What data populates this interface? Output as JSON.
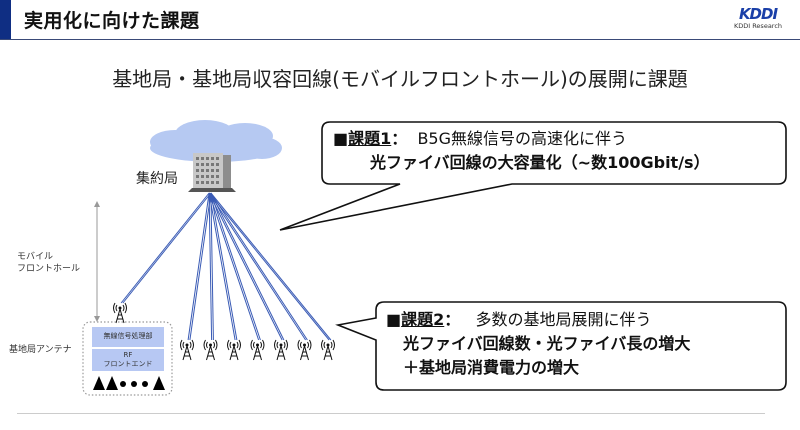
{
  "header": {
    "title": "実用化に向けた課題",
    "logo_mark": "KDDI",
    "logo_sub": "KDDI Research",
    "accent_color": "#0f2e83"
  },
  "subtitle": "基地局・基地局収容回線(モバイルフロントホール)の展開に課題",
  "diagram": {
    "hub_label": "集約局",
    "fronthaul_label_line1": "モバイル",
    "fronthaul_label_line2": "フロントホール",
    "antenna_label": "基地局アンテナ",
    "box_row1": "無線信号処理部",
    "box_row2_line1": "RF",
    "box_row2_line2": "フロントエンド",
    "antenna_count": 8,
    "fiber_color": "#3a5bb5",
    "cloud_color": "#b6c9f2",
    "box_color": "#b7c8f3"
  },
  "issue1": {
    "bullet": "■",
    "label": "課題1",
    "colon": "：",
    "line1_text": "B5G無線信号の高速化に伴う",
    "line2_text": "光ファイバ回線の大容量化（~数100Gbit/s）"
  },
  "issue2": {
    "bullet": "■",
    "label": "課題2",
    "colon": "：",
    "line1_text": "多数の基地局展開に伴う",
    "line2_text": "光ファイバ回線数・光ファイバ長の増大",
    "line3_text": "＋基地局消費電力の増大"
  }
}
